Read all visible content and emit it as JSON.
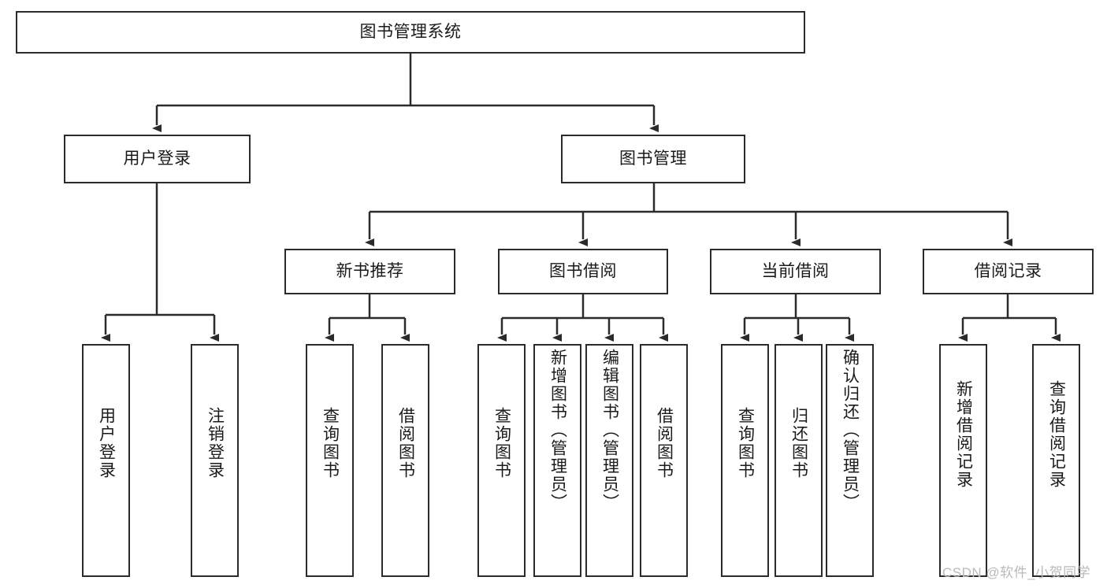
{
  "diagram": {
    "type": "tree",
    "title": "图书管理系统",
    "root": {
      "id": "root",
      "label": "图书管理系统"
    },
    "level1": [
      {
        "id": "user-login",
        "label": "用户登录"
      },
      {
        "id": "book-manage",
        "label": "图书管理"
      }
    ],
    "level2": [
      {
        "id": "new-book-rec",
        "label": "新书推荐",
        "parent": "book-manage"
      },
      {
        "id": "book-borrow",
        "label": "图书借阅",
        "parent": "book-manage"
      },
      {
        "id": "current-borrow",
        "label": "当前借阅",
        "parent": "book-manage"
      },
      {
        "id": "borrow-record",
        "label": "借阅记录",
        "parent": "book-manage"
      }
    ],
    "leaves": [
      {
        "id": "leaf-user-login",
        "label": "用户登录",
        "parent": "user-login"
      },
      {
        "id": "leaf-logout",
        "label": "注销登录",
        "parent": "user-login"
      },
      {
        "id": "leaf-query-book-1",
        "label": "查询图书",
        "parent": "new-book-rec"
      },
      {
        "id": "leaf-borrow-book-1",
        "label": "借阅图书",
        "parent": "new-book-rec"
      },
      {
        "id": "leaf-query-book-2",
        "label": "查询图书",
        "parent": "book-borrow"
      },
      {
        "id": "leaf-add-book",
        "label": "新增图书（管理员）",
        "parent": "book-borrow"
      },
      {
        "id": "leaf-edit-book",
        "label": "编辑图书（管理员）",
        "parent": "book-borrow"
      },
      {
        "id": "leaf-borrow-book-2",
        "label": "借阅图书",
        "parent": "book-borrow"
      },
      {
        "id": "leaf-query-book-3",
        "label": "查询图书",
        "parent": "current-borrow"
      },
      {
        "id": "leaf-return-book",
        "label": "归还图书",
        "parent": "current-borrow"
      },
      {
        "id": "leaf-confirm-return",
        "label": "确认归还（管理员）",
        "parent": "current-borrow"
      },
      {
        "id": "leaf-add-record",
        "label": "新增借阅记录",
        "parent": "borrow-record"
      },
      {
        "id": "leaf-query-record",
        "label": "查询借阅记录",
        "parent": "borrow-record"
      }
    ],
    "colors": {
      "node_border": "#2b2b2b",
      "node_fill": "#ffffff",
      "edge": "#2b2b2b",
      "text": "#1a1a1a",
      "watermark": "#b9b9b9",
      "background": "#ffffff"
    }
  },
  "watermark": {
    "text": "CSDN @软件_小贺同学"
  }
}
